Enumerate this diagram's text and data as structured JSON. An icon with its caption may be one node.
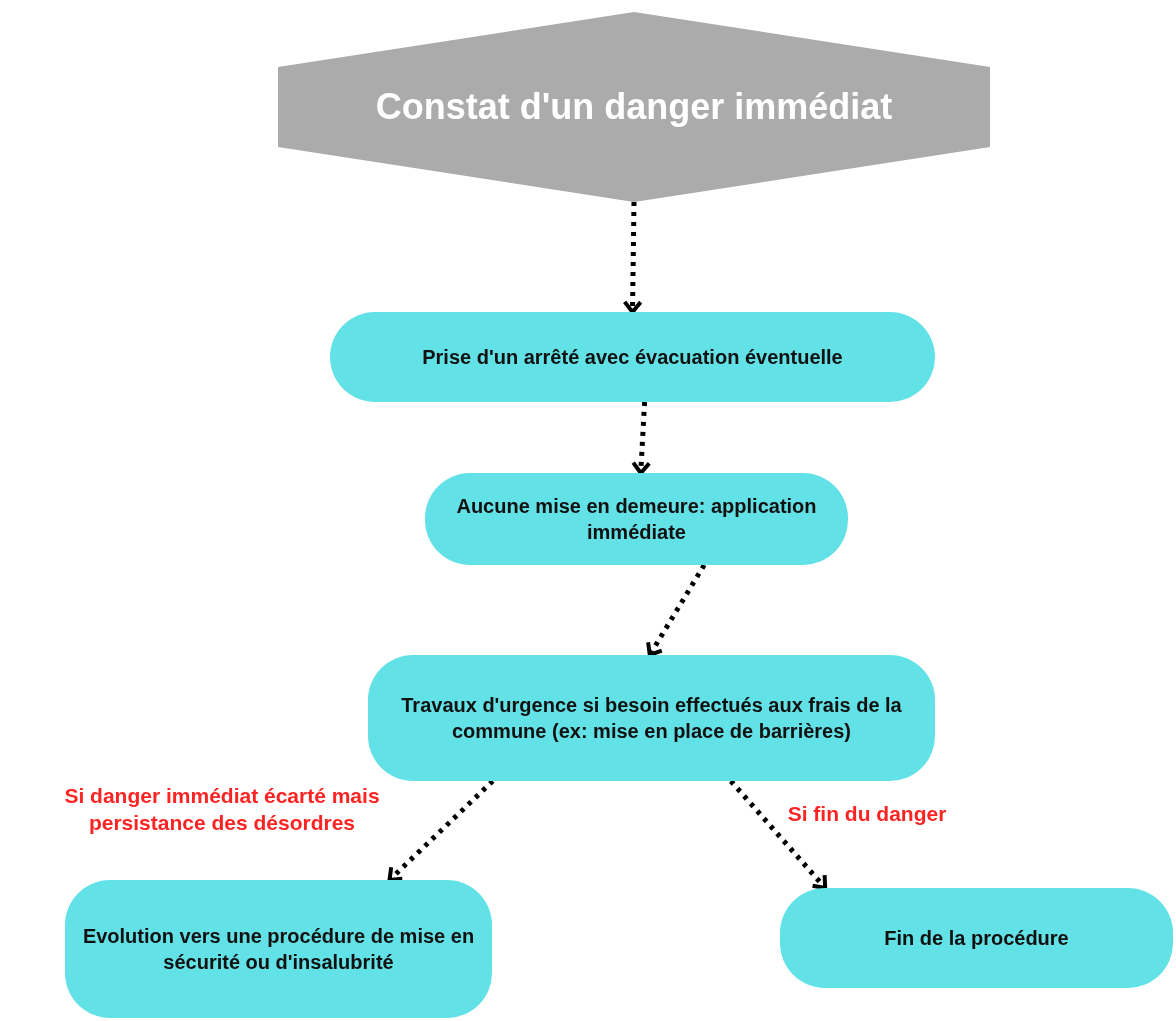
{
  "diagram": {
    "nodes": [
      {
        "text": [
          "Constat d'un danger immédiat"
        ]
      },
      {
        "text": [
          "Prise d'un arrêté avec évacuation éventuelle"
        ]
      },
      {
        "text": [
          "Aucune mise en demeure: application immédiate"
        ]
      },
      {
        "text": [
          "Travaux d'urgence si besoin effectués aux frais de la commune (ex: mise en place de barrières)"
        ]
      },
      {
        "text": [
          "Evolution vers une procédure de mise en sécurité ou d'insalubrité"
        ]
      },
      {
        "text": [
          "Fin de la procédure"
        ]
      }
    ],
    "edges": [
      {
        "from": 0,
        "to": 1,
        "arrow": "to",
        "style": "dashed"
      },
      {
        "from": 1,
        "to": 2,
        "arrow": "to",
        "style": "dashed"
      },
      {
        "from": 2,
        "to": 3,
        "arrow": "to",
        "style": "dashed"
      },
      {
        "from": 3,
        "to": 4,
        "arrow": "to",
        "style": "dashed",
        "label": "Si danger immédiat écarté mais persistance des désordres"
      },
      {
        "from": 3,
        "to": 5,
        "arrow": "to",
        "style": "dashed",
        "label": "Si fin du danger"
      }
    ]
  }
}
